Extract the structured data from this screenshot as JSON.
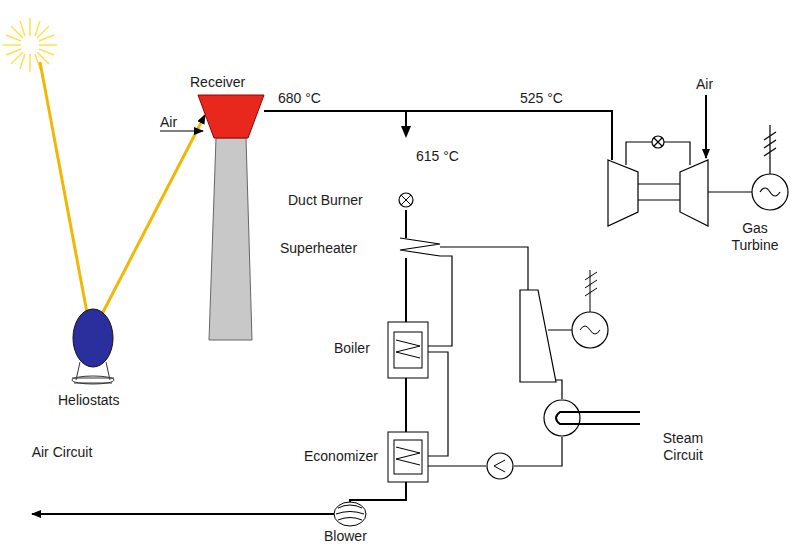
{
  "diagram": {
    "labels": [
      "Receiver",
      "Air",
      "680 °C",
      "525 °C",
      "Air",
      "615 °C",
      "Duct Burner",
      "Gas Turbine",
      "Superheater",
      "Heliostats",
      "Boiler",
      "Air Circuit",
      "Economizer",
      "Steam Circuit",
      "Blower"
    ]
  }
}
